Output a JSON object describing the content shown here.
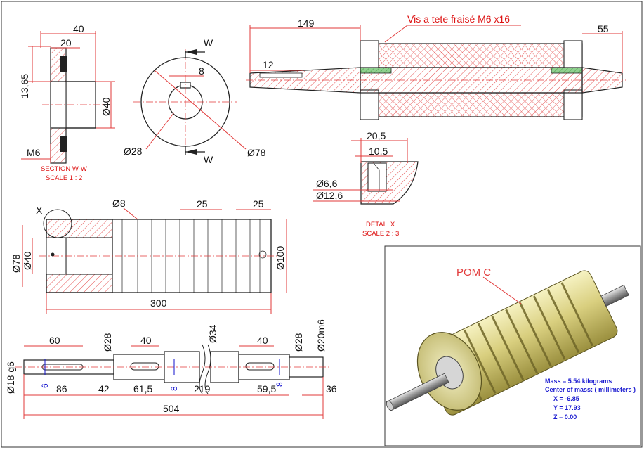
{
  "section_view": {
    "dims": {
      "width_40": "40",
      "width_20": "20",
      "height_13_65": "13,65",
      "dia_40": "Ø40",
      "thread": "M6"
    },
    "caption": [
      "SECTION W-W",
      "SCALE 1 : 2"
    ]
  },
  "end_view": {
    "dims": {
      "keyway_8": "8",
      "dia_28": "Ø28",
      "dia_78": "Ø78"
    },
    "cut_label_top": "W",
    "cut_label_bottom": "W"
  },
  "assembly_view": {
    "dims": {
      "len_149": "149",
      "len_12": "12",
      "len_55": "55"
    },
    "callout": "Vis a tete fraisé M6 x16"
  },
  "detail_view": {
    "dims": {
      "d_20_5": "20,5",
      "d_10_5": "10,5",
      "dia_6_6": "Ø6,6",
      "dia_12_6": "Ø12,6"
    },
    "caption": [
      "DETAIL X",
      "SCALE 2 : 3"
    ],
    "marker": "X"
  },
  "roller_view": {
    "dims": {
      "groove_8": "Ø8",
      "pitch_25a": "25",
      "pitch_25b": "25",
      "dia_78": "Ø78",
      "dia_40": "Ø40",
      "dia_100": "Ø100",
      "length_300": "300"
    }
  },
  "shaft_view": {
    "dims": {
      "d60": "60",
      "d28a": "Ø28",
      "d40a": "40",
      "d34": "Ø34",
      "d40b": "40",
      "d28b": "Ø28",
      "d20m6": "Ø20m6",
      "d18g6": "Ø18 g6",
      "d6": "6",
      "d86": "86",
      "d42": "42",
      "d61_5": "61,5",
      "d8a": "8",
      "d219": "219",
      "d59_5": "59,5",
      "d8b": "8",
      "d36": "36",
      "d504": "504"
    }
  },
  "render_view": {
    "material_label": "POM C",
    "mass_props": {
      "mass": "Mass = 5.54 kilograms",
      "center": "Center of mass: ( millimeters )",
      "x": "X = -6.85",
      "y": "Y = 17.93",
      "z": "Z = 0.00"
    }
  }
}
